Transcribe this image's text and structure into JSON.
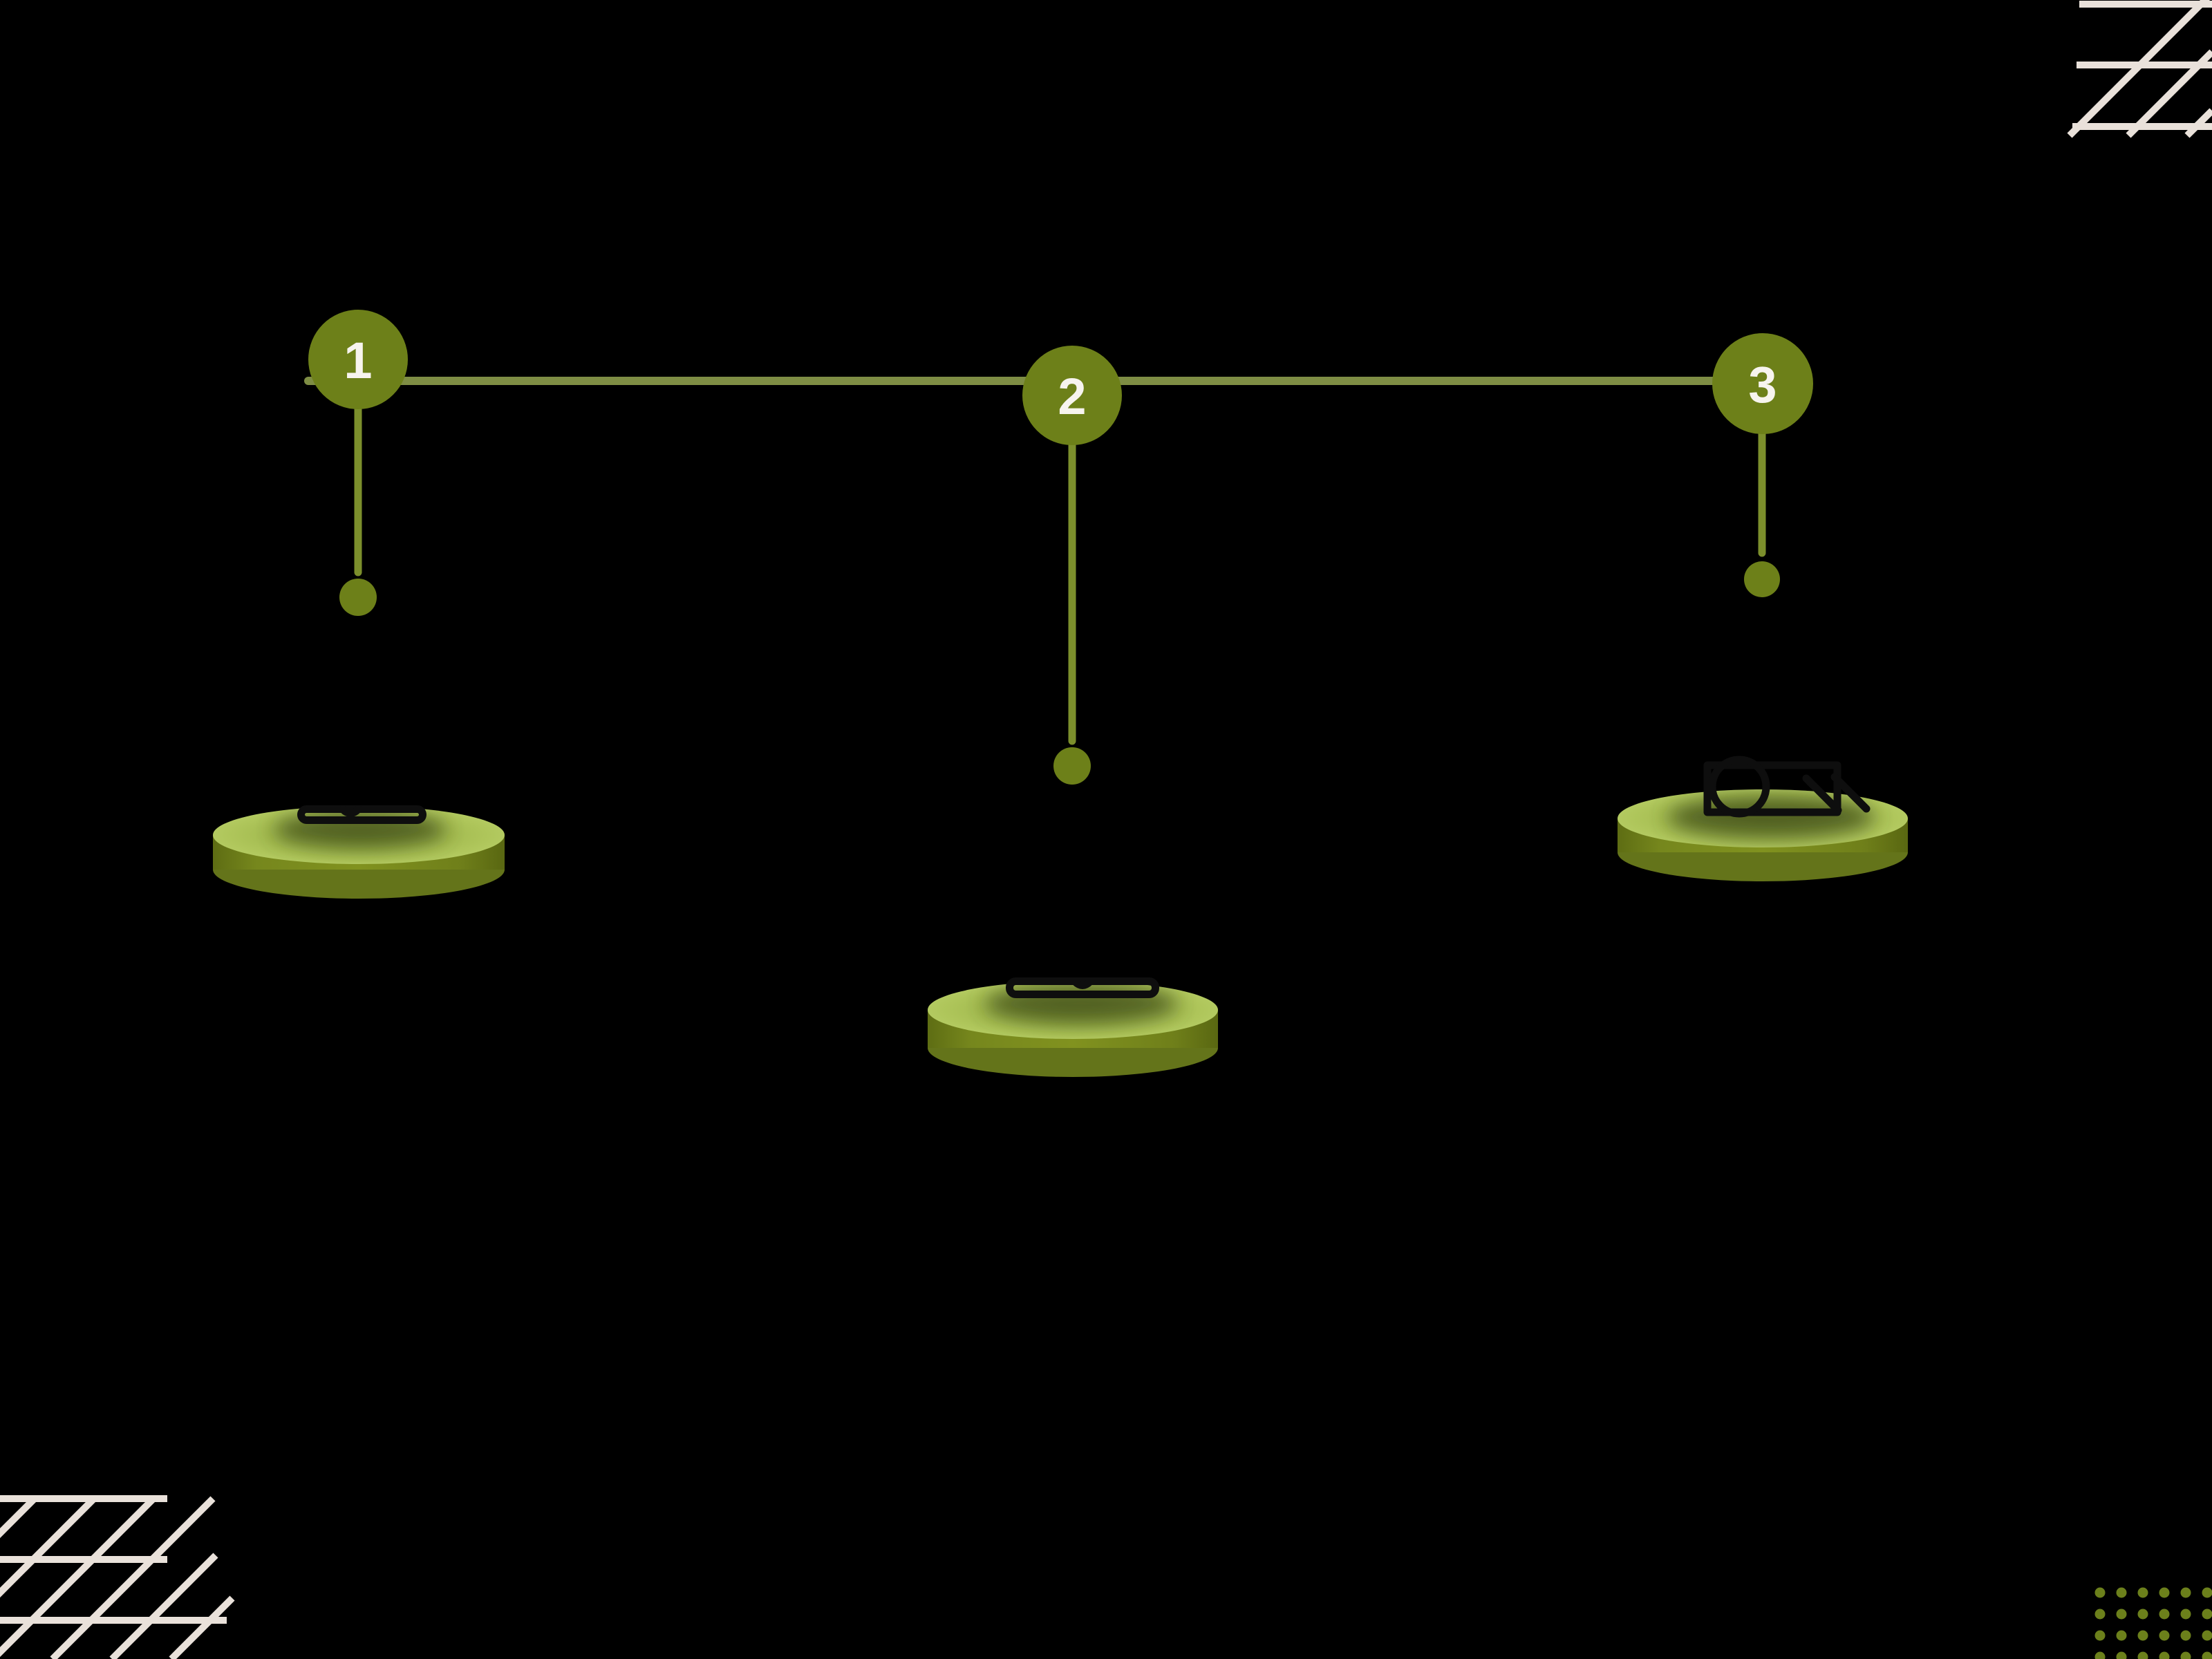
{
  "slide": {
    "type": "three-step-infographic",
    "steps": [
      {
        "number": "1",
        "icon": "laptop-icon"
      },
      {
        "number": "2",
        "icon": "laptop-icon"
      },
      {
        "number": "3",
        "icon": "banknote-icon"
      }
    ]
  },
  "colors": {
    "background": "#000000",
    "accent": "#6d8019",
    "connector_line": "#7e8d44",
    "stem_line": "#7c8f2c",
    "number_text": "#f7f4ee",
    "platform_top_rim": "#bcd26c",
    "platform_top_mid": "#9fb74c",
    "platform_side": "#76871d",
    "icon_outline": "#0e0e0e",
    "lattice_decoration": "#e9e1da",
    "dot_grid": "#6c801b"
  }
}
